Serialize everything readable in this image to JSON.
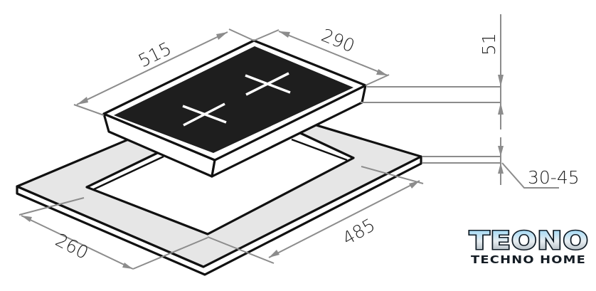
{
  "dimensions": {
    "hob_length": "515",
    "hob_width": "290",
    "hob_height": "51",
    "countertop_thickness": "30-45",
    "cutout_width": "260",
    "cutout_length": "485"
  },
  "logo": {
    "brand": "TEONO",
    "tagline": "TECHNO HOME"
  },
  "colors": {
    "glass": "#1e1e1e",
    "countertop": "#e6e6e6",
    "dimension_lines": "#8c8c8c",
    "logo_accent": "#2b9fd9"
  }
}
